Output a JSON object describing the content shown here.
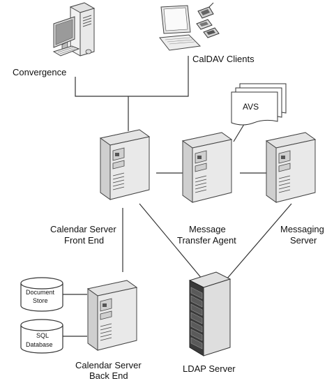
{
  "diagram": {
    "nodes": {
      "convergence": "Convergence",
      "caldav_clients": "CalDAV Clients",
      "avs": "AVS",
      "calendar_front_end_line1": "Calendar Server",
      "calendar_front_end_line2": "Front End",
      "mta_line1": "Message",
      "mta_line2": "Transfer Agent",
      "messaging_server_line1": "Messaging",
      "messaging_server_line2": "Server",
      "document_store_line1": "Document",
      "document_store_line2": "Store",
      "sql_database_line1": "SQL",
      "sql_database_line2": "Database",
      "calendar_back_end_line1": "Calendar Server",
      "calendar_back_end_line2": "Back End",
      "ldap_server": "LDAP Server"
    }
  },
  "icons": {
    "desktop": "desktop-computer-icon",
    "laptop": "laptop-icon",
    "phones": "mobile-phone-icon",
    "documents": "document-stack-icon",
    "server": "server-tower-icon",
    "rack": "rack-server-icon",
    "database": "database-cylinder-icon"
  },
  "colors": {
    "server_front": "#f2f2f2",
    "server_side": "#cfcfcf",
    "server_top": "#e6e6e6",
    "rack_dark": "#3a3a3a",
    "line": "#333333"
  }
}
